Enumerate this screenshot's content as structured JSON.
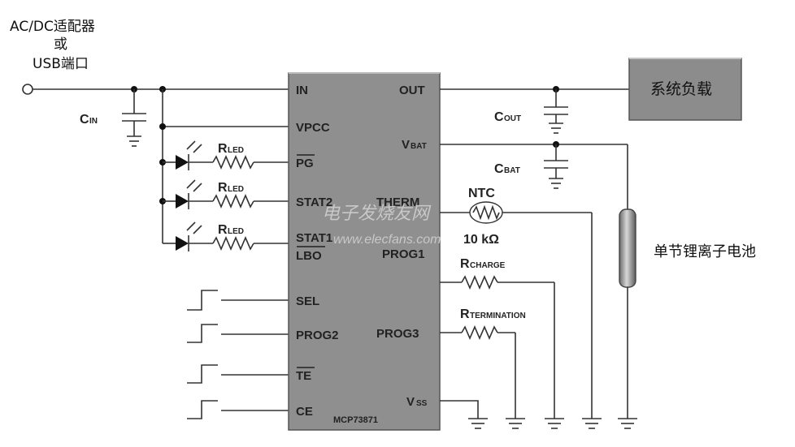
{
  "input_label": {
    "line1": "AC/DC适配器",
    "line2": "或",
    "line3": "USB端口"
  },
  "chip": {
    "name": "MCP73871",
    "left_pins": [
      "IN",
      "VPCC",
      "PG",
      "STAT2",
      "STAT1",
      "LBO",
      "SEL",
      "PROG2",
      "TE",
      "CE"
    ],
    "right_pins": {
      "out": "OUT",
      "vbat_main": "V",
      "vbat_sub": "BAT",
      "therm": "THERM",
      "prog1": "PROG1",
      "prog3": "PROG3",
      "vss_main": "V",
      "vss_sub": "SS"
    }
  },
  "components": {
    "cin": {
      "main": "C",
      "sub": "IN"
    },
    "cout": {
      "main": "C",
      "sub": "OUT"
    },
    "cbat": {
      "main": "C",
      "sub": "BAT"
    },
    "rled": {
      "main": "R",
      "sub": "LED"
    },
    "ntc": "NTC",
    "ntc_value": "10 kΩ",
    "rcharge": {
      "main": "R",
      "sub": "CHARGE"
    },
    "rterm": {
      "main": "R",
      "sub": "TERMINATION"
    }
  },
  "load_box": "系统负载",
  "battery_label": "单节锂离子电池",
  "watermark": {
    "cn": "电子发烧友网",
    "url": "www.elecfans.com"
  },
  "colors": {
    "chip": "#8f8f8f",
    "load_box": "#8c8c8c",
    "battery": "#9a9a9a"
  }
}
